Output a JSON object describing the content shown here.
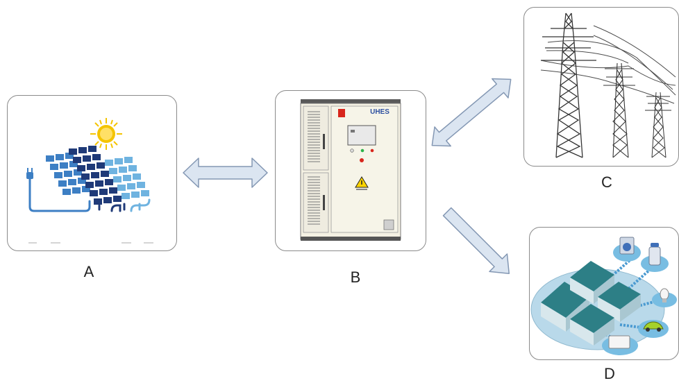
{
  "labels": {
    "a": "A",
    "b": "B",
    "c": "C",
    "d": "D"
  },
  "inverter": {
    "brand": "UHES"
  },
  "colors": {
    "arrow_fill": "#dbe5f1",
    "arrow_stroke": "#8397b3",
    "panel_border": "#8a8a8a",
    "solar_dark": "#1f3a78",
    "solar_mid": "#2f6bb0",
    "solar_light": "#6fb3e0",
    "sun": "#f4c400",
    "cabinet": "#f4f1e3",
    "tower": "#3a3a3a",
    "house_roof": "#2d7f86",
    "house_wall": "#d8e7ec",
    "ground": "#b9d9ea",
    "appliance_bg": "#78bde2"
  },
  "icons": [
    "solar-panel-icon",
    "sun-icon",
    "plug-icon",
    "inverter-cabinet-icon",
    "warning-icon",
    "transmission-tower-icon",
    "house-icon",
    "washing-machine-icon",
    "water-heater-icon",
    "light-bulb-icon",
    "electric-car-icon",
    "air-conditioner-icon"
  ]
}
